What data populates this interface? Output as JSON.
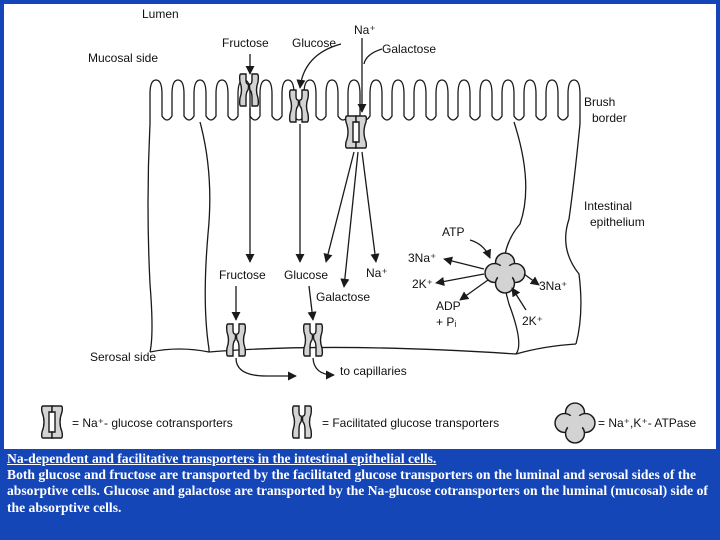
{
  "diagram": {
    "lumen": "Lumen",
    "mucosal_side": "Mucosal side",
    "serosal_side": "Serosal side",
    "brush_border": [
      "Brush",
      "border"
    ],
    "intestinal_epithelium": [
      "Intestinal",
      "epithelium"
    ],
    "top_labels": {
      "fructose": "Fructose",
      "glucose": "Glucose",
      "na": "Na⁺",
      "galactose": "Galactose"
    },
    "inside_labels": {
      "fructose": "Fructose",
      "glucose": "Glucose",
      "na": "Na⁺",
      "galactose": "Galactose"
    },
    "pump_labels": {
      "atp": "ATP",
      "na3_in": "3Na⁺",
      "k2_out": "2K⁺",
      "adp": "ADP",
      "pi": "+ Pᵢ",
      "na3_out": "3Na⁺",
      "k2_in": "2K⁺"
    },
    "to_capillaries": "to capillaries",
    "legend": {
      "cotransporter": "= Na⁺- glucose cotransporters",
      "facilitated": "= Facilitated glucose transporters",
      "atpase": "= Na⁺,K⁺- ATPase"
    },
    "colors": {
      "transporter_fill": "#d3d3d3",
      "stroke": "#1a1a1a"
    }
  },
  "caption": {
    "title": "Na-dependent and facilitative transporters in the intestinal epithelial cells.",
    "body": "Both glucose and fructose are transported by the facilitated glucose transporters on the luminal and serosal sides of the absorptive cells. Glucose and galactose are transported by the Na-glucose cotransporters on the luminal (mucosal) side of the absorptive cells."
  }
}
